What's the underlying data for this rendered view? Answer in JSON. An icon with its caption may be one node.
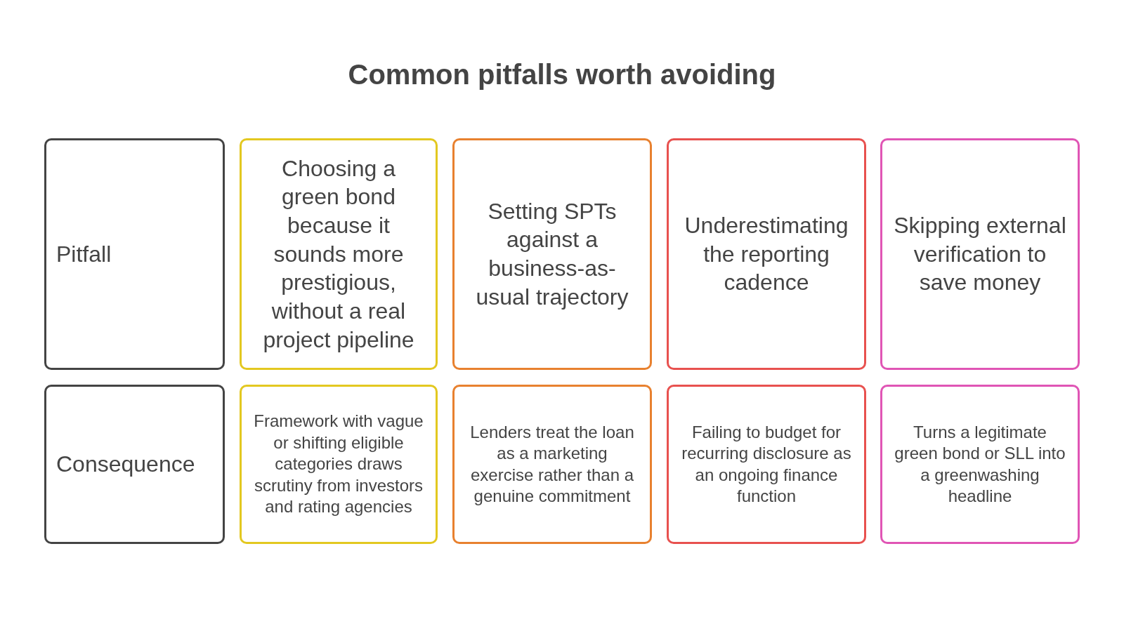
{
  "diagram": {
    "title": "Common pitfalls worth avoiding",
    "nodes": [
      {
        "text": [
          "Pitfall"
        ]
      },
      {
        "text": [
          "Choosing a green bond because it sounds more prestigious, without a real project pipeline"
        ]
      },
      {
        "text": [
          "Setting SPTs against a business-as-usual trajectory"
        ]
      },
      {
        "text": [
          "Underestimating the reporting cadence"
        ]
      },
      {
        "text": [
          "Skipping external verification to save money"
        ]
      },
      {
        "text": [
          "Consequence"
        ]
      },
      {
        "text": [
          "Framework with vague or shifting eligible categories draws scrutiny from investors and rating agencies"
        ]
      },
      {
        "text": [
          "Lenders treat the loan as a marketing exercise rather than a genuine commitment"
        ]
      },
      {
        "text": [
          "Failing to budget for recurring disclosure as an ongoing finance function"
        ]
      },
      {
        "text": [
          "Turns a legitimate green bond or SLL into a greenwashing headline"
        ]
      }
    ],
    "edges": []
  }
}
